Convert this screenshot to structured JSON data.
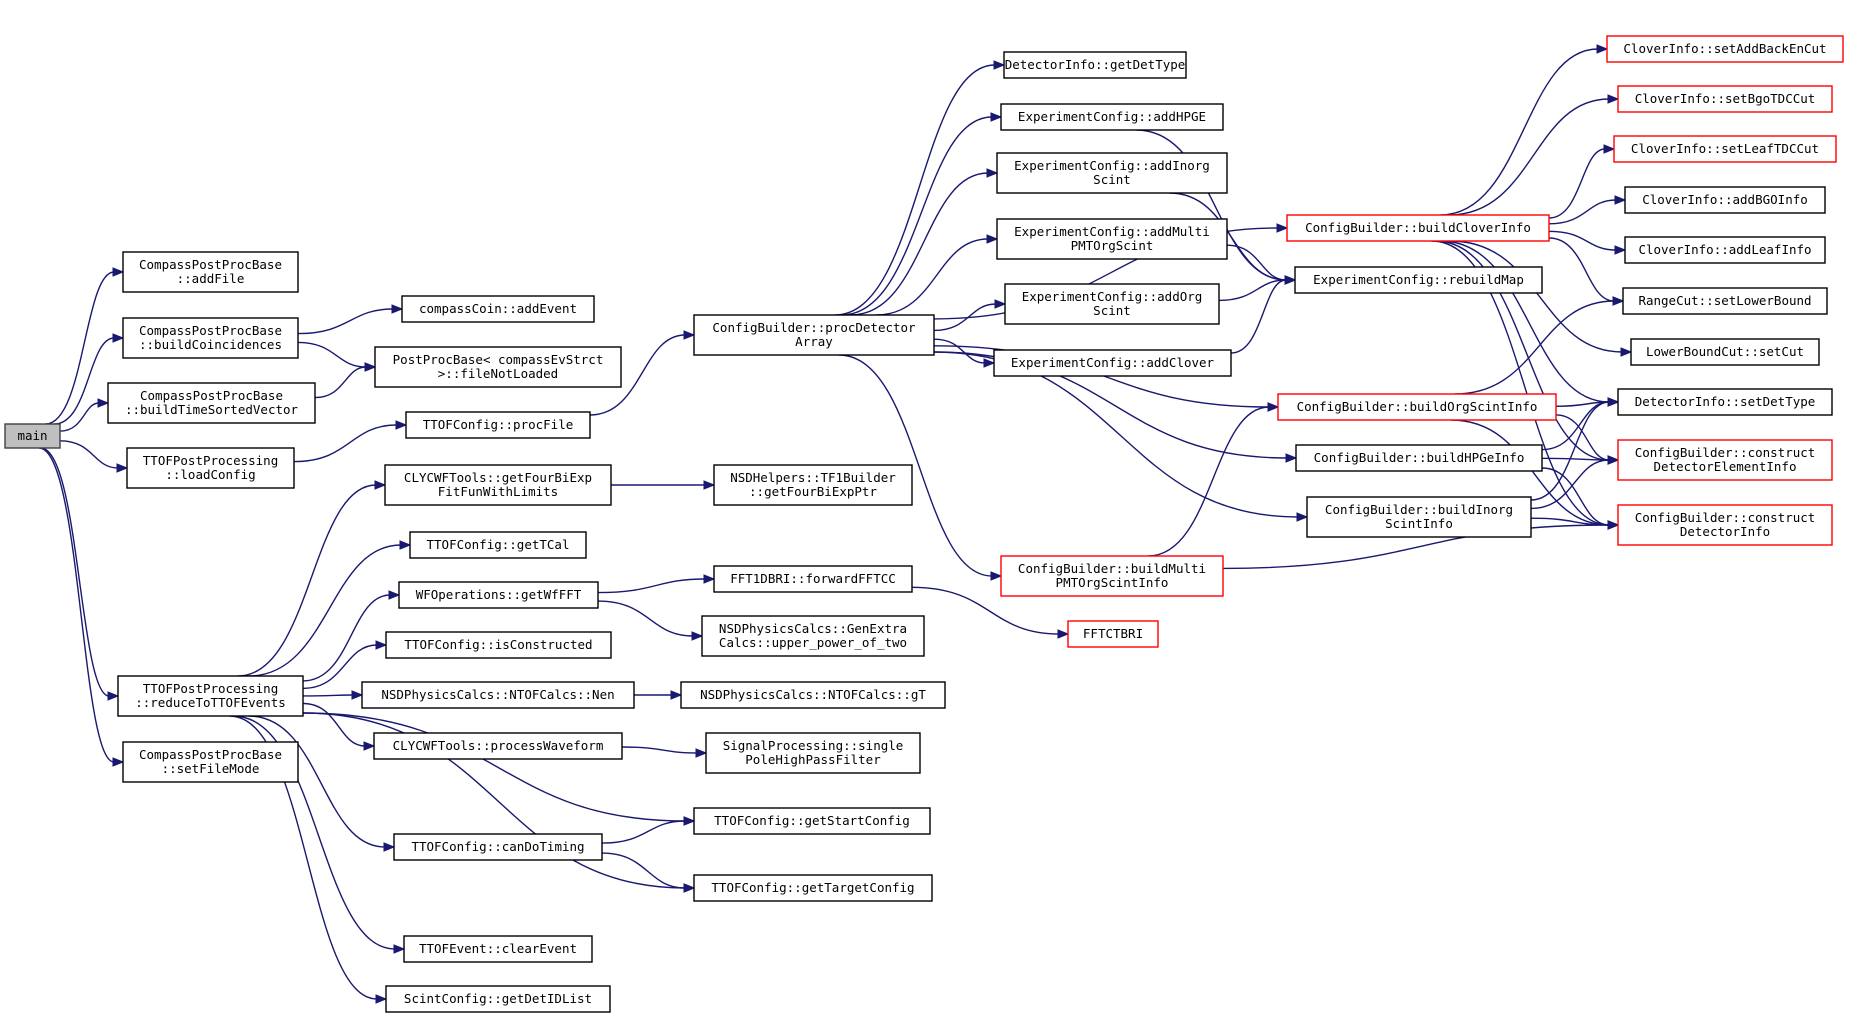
{
  "diagram": {
    "edge_color": "#191970",
    "node_border_color": "#000000",
    "truncated_border_color": "#ff0000",
    "root_fill_color": "#bfbfbf",
    "nodes": [
      {
        "id": "main",
        "label": "main",
        "lines": [
          "main"
        ],
        "root": true,
        "truncated": false
      },
      {
        "id": "addFile",
        "label": "CompassPostProcBase::addFile",
        "lines": [
          "CompassPostProcBase",
          "::addFile"
        ],
        "truncated": false
      },
      {
        "id": "buildCoincidences",
        "label": "CompassPostProcBase::buildCoincidences",
        "lines": [
          "CompassPostProcBase",
          "::buildCoincidences"
        ],
        "truncated": false
      },
      {
        "id": "buildTimeSortedVector",
        "label": "CompassPostProcBase::buildTimeSortedVector",
        "lines": [
          "CompassPostProcBase",
          "::buildTimeSortedVector"
        ],
        "truncated": false
      },
      {
        "id": "loadConfig",
        "label": "TTOFPostProcessing::loadConfig",
        "lines": [
          "TTOFPostProcessing",
          "::loadConfig"
        ],
        "truncated": false
      },
      {
        "id": "reduceToTTOFEvents",
        "label": "TTOFPostProcessing::reduceToTTOFEvents",
        "lines": [
          "TTOFPostProcessing",
          "::reduceToTTOFEvents"
        ],
        "truncated": false
      },
      {
        "id": "setFileMode",
        "label": "CompassPostProcBase::setFileMode",
        "lines": [
          "CompassPostProcBase",
          "::setFileMode"
        ],
        "truncated": false
      },
      {
        "id": "addEvent",
        "label": "compassCoin::addEvent",
        "lines": [
          "compassCoin::addEvent"
        ],
        "truncated": false
      },
      {
        "id": "fileNotLoaded",
        "label": "PostProcBase< compassEvStrct >::fileNotLoaded",
        "lines": [
          "PostProcBase< compassEvStrct",
          ">::fileNotLoaded"
        ],
        "truncated": false
      },
      {
        "id": "procFile",
        "label": "TTOFConfig::procFile",
        "lines": [
          "TTOFConfig::procFile"
        ],
        "truncated": false
      },
      {
        "id": "getFourBiExpFitFunWithLimits",
        "label": "CLYCWFTools::getFourBiExpFitFunWithLimits",
        "lines": [
          "CLYCWFTools::getFourBiExp",
          "FitFunWithLimits"
        ],
        "truncated": false
      },
      {
        "id": "getTCal",
        "label": "TTOFConfig::getTCal",
        "lines": [
          "TTOFConfig::getTCal"
        ],
        "truncated": false
      },
      {
        "id": "getWfFFT",
        "label": "WFOperations::getWfFFT",
        "lines": [
          "WFOperations::getWfFFT"
        ],
        "truncated": false
      },
      {
        "id": "isConstructed",
        "label": "TTOFConfig::isConstructed",
        "lines": [
          "TTOFConfig::isConstructed"
        ],
        "truncated": false
      },
      {
        "id": "Nen",
        "label": "NSDPhysicsCalcs::NTOFCalcs::Nen",
        "lines": [
          "NSDPhysicsCalcs::NTOFCalcs::Nen"
        ],
        "truncated": false
      },
      {
        "id": "processWaveform",
        "label": "CLYCWFTools::processWaveform",
        "lines": [
          "CLYCWFTools::processWaveform"
        ],
        "truncated": false
      },
      {
        "id": "canDoTiming",
        "label": "TTOFConfig::canDoTiming",
        "lines": [
          "TTOFConfig::canDoTiming"
        ],
        "truncated": false
      },
      {
        "id": "clearEvent",
        "label": "TTOFEvent::clearEvent",
        "lines": [
          "TTOFEvent::clearEvent"
        ],
        "truncated": false
      },
      {
        "id": "getDetIDList",
        "label": "ScintConfig::getDetIDList",
        "lines": [
          "ScintConfig::getDetIDList"
        ],
        "truncated": false
      },
      {
        "id": "getFourBiExpPtr",
        "label": "NSDHelpers::TF1Builder::getFourBiExpPtr",
        "lines": [
          "NSDHelpers::TF1Builder",
          "::getFourBiExpPtr"
        ],
        "truncated": false
      },
      {
        "id": "forwardFFTCC",
        "label": "FFT1DBRI::forwardFFTCC",
        "lines": [
          "FFT1DBRI::forwardFFTCC"
        ],
        "truncated": false
      },
      {
        "id": "upper_power_of_two",
        "label": "NSDPhysicsCalcs::GenExtraCalcs::upper_power_of_two",
        "lines": [
          "NSDPhysicsCalcs::GenExtra",
          "Calcs::upper_power_of_two"
        ],
        "truncated": false
      },
      {
        "id": "gT",
        "label": "NSDPhysicsCalcs::NTOFCalcs::gT",
        "lines": [
          "NSDPhysicsCalcs::NTOFCalcs::gT"
        ],
        "truncated": false
      },
      {
        "id": "singlePoleHighPassFilter",
        "label": "SignalProcessing::singlePoleHighPassFilter",
        "lines": [
          "SignalProcessing::single",
          "PoleHighPassFilter"
        ],
        "truncated": false
      },
      {
        "id": "getStartConfig",
        "label": "TTOFConfig::getStartConfig",
        "lines": [
          "TTOFConfig::getStartConfig"
        ],
        "truncated": false
      },
      {
        "id": "getTargetConfig",
        "label": "TTOFConfig::getTargetConfig",
        "lines": [
          "TTOFConfig::getTargetConfig"
        ],
        "truncated": false
      },
      {
        "id": "FFTCTBRI",
        "label": "FFTCTBRI",
        "lines": [
          "FFTCTBRI"
        ],
        "truncated": true
      },
      {
        "id": "procDetectorArray",
        "label": "ConfigBuilder::procDetectorArray",
        "lines": [
          "ConfigBuilder::procDetector",
          "Array"
        ],
        "truncated": false
      },
      {
        "id": "getDetType",
        "label": "DetectorInfo::getDetType",
        "lines": [
          "DetectorInfo::getDetType"
        ],
        "truncated": false
      },
      {
        "id": "addHPGE",
        "label": "ExperimentConfig::addHPGE",
        "lines": [
          "ExperimentConfig::addHPGE"
        ],
        "truncated": false
      },
      {
        "id": "addInorgScint",
        "label": "ExperimentConfig::addInorgScint",
        "lines": [
          "ExperimentConfig::addInorg",
          "Scint"
        ],
        "truncated": false
      },
      {
        "id": "addMultiPMTOrgScint",
        "label": "ExperimentConfig::addMultiPMTOrgScint",
        "lines": [
          "ExperimentConfig::addMulti",
          "PMTOrgScint"
        ],
        "truncated": false
      },
      {
        "id": "addOrgScint",
        "label": "ExperimentConfig::addOrgScint",
        "lines": [
          "ExperimentConfig::addOrg",
          "Scint"
        ],
        "truncated": false
      },
      {
        "id": "addClover",
        "label": "ExperimentConfig::addClover",
        "lines": [
          "ExperimentConfig::addClover"
        ],
        "truncated": false
      },
      {
        "id": "buildMultiPMTOrgScintInfo",
        "label": "ConfigBuilder::buildMultiPMTOrgScintInfo",
        "lines": [
          "ConfigBuilder::buildMulti",
          "PMTOrgScintInfo"
        ],
        "truncated": true
      },
      {
        "id": "rebuildMap",
        "label": "ExperimentConfig::rebuildMap",
        "lines": [
          "ExperimentConfig::rebuildMap"
        ],
        "truncated": false
      },
      {
        "id": "buildCloverInfo",
        "label": "ConfigBuilder::buildCloverInfo",
        "lines": [
          "ConfigBuilder::buildCloverInfo"
        ],
        "truncated": true
      },
      {
        "id": "buildOrgScintInfo",
        "label": "ConfigBuilder::buildOrgScintInfo",
        "lines": [
          "ConfigBuilder::buildOrgScintInfo"
        ],
        "truncated": true
      },
      {
        "id": "buildHPGeInfo",
        "label": "ConfigBuilder::buildHPGeInfo",
        "lines": [
          "ConfigBuilder::buildHPGeInfo"
        ],
        "truncated": false
      },
      {
        "id": "buildInorgScintInfo",
        "label": "ConfigBuilder::buildInorgScintInfo",
        "lines": [
          "ConfigBuilder::buildInorg",
          "ScintInfo"
        ],
        "truncated": false
      },
      {
        "id": "setAddBackEnCut",
        "label": "CloverInfo::setAddBackEnCut",
        "lines": [
          "CloverInfo::setAddBackEnCut"
        ],
        "truncated": true
      },
      {
        "id": "setBgoTDCCut",
        "label": "CloverInfo::setBgoTDCCut",
        "lines": [
          "CloverInfo::setBgoTDCCut"
        ],
        "truncated": true
      },
      {
        "id": "setLeafTDCCut",
        "label": "CloverInfo::setLeafTDCCut",
        "lines": [
          "CloverInfo::setLeafTDCCut"
        ],
        "truncated": true
      },
      {
        "id": "addBGOInfo",
        "label": "CloverInfo::addBGOInfo",
        "lines": [
          "CloverInfo::addBGOInfo"
        ],
        "truncated": false
      },
      {
        "id": "addLeafInfo",
        "label": "CloverInfo::addLeafInfo",
        "lines": [
          "CloverInfo::addLeafInfo"
        ],
        "truncated": false
      },
      {
        "id": "setLowerBound",
        "label": "RangeCut::setLowerBound",
        "lines": [
          "RangeCut::setLowerBound"
        ],
        "truncated": false
      },
      {
        "id": "setCut",
        "label": "LowerBoundCut::setCut",
        "lines": [
          "LowerBoundCut::setCut"
        ],
        "truncated": false
      },
      {
        "id": "setDetType",
        "label": "DetectorInfo::setDetType",
        "lines": [
          "DetectorInfo::setDetType"
        ],
        "truncated": false
      },
      {
        "id": "constructDetectorElementInfo",
        "label": "ConfigBuilder::constructDetectorElementInfo",
        "lines": [
          "ConfigBuilder::construct",
          "DetectorElementInfo"
        ],
        "truncated": true
      },
      {
        "id": "constructDetectorInfo",
        "label": "ConfigBuilder::constructDetectorInfo",
        "lines": [
          "ConfigBuilder::construct",
          "DetectorInfo"
        ],
        "truncated": true
      }
    ],
    "edges": [
      [
        "main",
        "addFile"
      ],
      [
        "main",
        "buildCoincidences"
      ],
      [
        "main",
        "buildTimeSortedVector"
      ],
      [
        "main",
        "loadConfig"
      ],
      [
        "main",
        "reduceToTTOFEvents"
      ],
      [
        "main",
        "setFileMode"
      ],
      [
        "buildCoincidences",
        "addEvent"
      ],
      [
        "buildCoincidences",
        "fileNotLoaded"
      ],
      [
        "buildTimeSortedVector",
        "fileNotLoaded"
      ],
      [
        "loadConfig",
        "procFile"
      ],
      [
        "procFile",
        "procDetectorArray"
      ],
      [
        "reduceToTTOFEvents",
        "getFourBiExpFitFunWithLimits"
      ],
      [
        "reduceToTTOFEvents",
        "getTCal"
      ],
      [
        "reduceToTTOFEvents",
        "getWfFFT"
      ],
      [
        "reduceToTTOFEvents",
        "isConstructed"
      ],
      [
        "reduceToTTOFEvents",
        "Nen"
      ],
      [
        "reduceToTTOFEvents",
        "processWaveform"
      ],
      [
        "reduceToTTOFEvents",
        "getStartConfig"
      ],
      [
        "reduceToTTOFEvents",
        "canDoTiming"
      ],
      [
        "reduceToTTOFEvents",
        "getTargetConfig"
      ],
      [
        "reduceToTTOFEvents",
        "clearEvent"
      ],
      [
        "reduceToTTOFEvents",
        "getDetIDList"
      ],
      [
        "getFourBiExpFitFunWithLimits",
        "getFourBiExpPtr"
      ],
      [
        "getWfFFT",
        "forwardFFTCC"
      ],
      [
        "getWfFFT",
        "upper_power_of_two"
      ],
      [
        "forwardFFTCC",
        "FFTCTBRI"
      ],
      [
        "Nen",
        "gT"
      ],
      [
        "processWaveform",
        "singlePoleHighPassFilter"
      ],
      [
        "canDoTiming",
        "getStartConfig"
      ],
      [
        "canDoTiming",
        "getTargetConfig"
      ],
      [
        "procDetectorArray",
        "getDetType"
      ],
      [
        "procDetectorArray",
        "addHPGE"
      ],
      [
        "procDetectorArray",
        "addInorgScint"
      ],
      [
        "procDetectorArray",
        "addMultiPMTOrgScint"
      ],
      [
        "procDetectorArray",
        "addOrgScint"
      ],
      [
        "procDetectorArray",
        "addClover"
      ],
      [
        "procDetectorArray",
        "buildCloverInfo"
      ],
      [
        "procDetectorArray",
        "buildOrgScintInfo"
      ],
      [
        "procDetectorArray",
        "buildHPGeInfo"
      ],
      [
        "procDetectorArray",
        "buildInorgScintInfo"
      ],
      [
        "procDetectorArray",
        "buildMultiPMTOrgScintInfo"
      ],
      [
        "addHPGE",
        "rebuildMap"
      ],
      [
        "addInorgScint",
        "rebuildMap"
      ],
      [
        "addMultiPMTOrgScint",
        "rebuildMap"
      ],
      [
        "addOrgScint",
        "rebuildMap"
      ],
      [
        "addClover",
        "rebuildMap"
      ],
      [
        "buildCloverInfo",
        "setAddBackEnCut"
      ],
      [
        "buildCloverInfo",
        "setBgoTDCCut"
      ],
      [
        "buildCloverInfo",
        "setLeafTDCCut"
      ],
      [
        "buildCloverInfo",
        "addBGOInfo"
      ],
      [
        "buildCloverInfo",
        "addLeafInfo"
      ],
      [
        "buildCloverInfo",
        "setLowerBound"
      ],
      [
        "buildCloverInfo",
        "setCut"
      ],
      [
        "buildCloverInfo",
        "setDetType"
      ],
      [
        "buildCloverInfo",
        "constructDetectorElementInfo"
      ],
      [
        "buildCloverInfo",
        "constructDetectorInfo"
      ],
      [
        "buildOrgScintInfo",
        "setLowerBound"
      ],
      [
        "buildOrgScintInfo",
        "setDetType"
      ],
      [
        "buildOrgScintInfo",
        "constructDetectorElementInfo"
      ],
      [
        "buildOrgScintInfo",
        "constructDetectorInfo"
      ],
      [
        "buildHPGeInfo",
        "setDetType"
      ],
      [
        "buildHPGeInfo",
        "constructDetectorElementInfo"
      ],
      [
        "buildHPGeInfo",
        "constructDetectorInfo"
      ],
      [
        "buildInorgScintInfo",
        "setDetType"
      ],
      [
        "buildInorgScintInfo",
        "constructDetectorElementInfo"
      ],
      [
        "buildInorgScintInfo",
        "constructDetectorInfo"
      ],
      [
        "buildMultiPMTOrgScintInfo",
        "buildOrgScintInfo"
      ],
      [
        "buildMultiPMTOrgScintInfo",
        "constructDetectorInfo"
      ]
    ]
  }
}
